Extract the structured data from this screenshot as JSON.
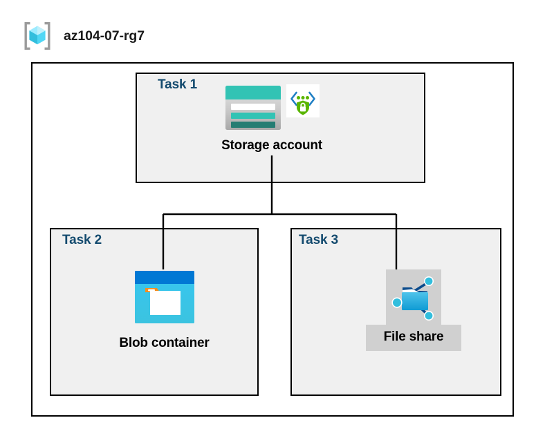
{
  "resource_group": {
    "name": "az104-07-rg7",
    "icon": "azure-resource-group-icon"
  },
  "diagram": {
    "type": "azure-architecture-hierarchy",
    "colors": {
      "task_title": "#134a6e",
      "panel_fill": "#f0f0f0",
      "panel_border": "#000000",
      "container_fill": "#ffffff",
      "highlight_fill": "#d0d0d0",
      "storage_teal": "#32c3b4",
      "storage_teal_dark": "#257d73",
      "blob_blue": "#0078d4",
      "blob_cyan": "#32bedd",
      "blob_orange": "#f78d1e",
      "fileshare_cyan": "#32bedd",
      "fileshare_navy": "#0a4b8c",
      "endpoint_green": "#5ab500",
      "endpoint_blue": "#1f7fc4"
    },
    "panels": [
      {
        "id": "task1",
        "title": "Task 1",
        "node": {
          "label": "Storage account",
          "icons": [
            "storage-account-icon",
            "private-endpoint-icon"
          ]
        }
      },
      {
        "id": "task2",
        "title": "Task 2",
        "node": {
          "label": "Blob container",
          "icons": [
            "blob-container-icon"
          ]
        }
      },
      {
        "id": "task3",
        "title": "Task 3",
        "node": {
          "label": "File share",
          "icons": [
            "file-share-icon"
          ]
        }
      }
    ],
    "connections": [
      {
        "from": "Storage account",
        "to": "Blob container"
      },
      {
        "from": "Storage account",
        "to": "File share"
      }
    ]
  }
}
